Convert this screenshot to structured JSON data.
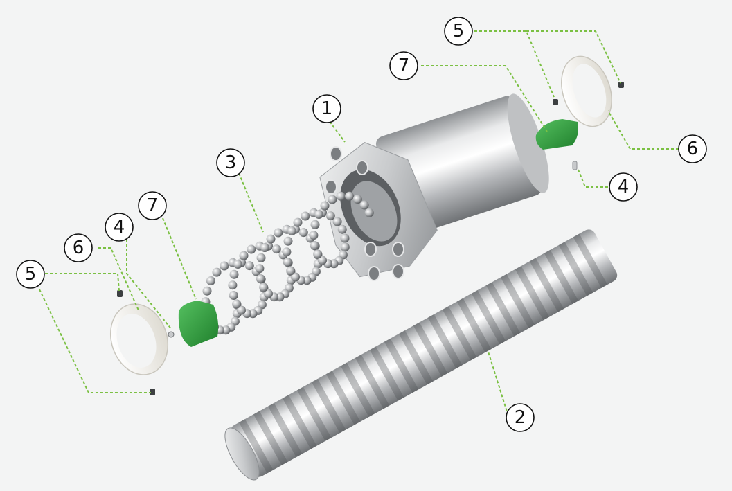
{
  "diagram": {
    "callouts": {
      "c1": "1",
      "c2": "2",
      "c3": "3",
      "c4_left": "4",
      "c4_right": "4",
      "c5_left": "5",
      "c5_right": "5",
      "c6_left": "6",
      "c6_right": "6",
      "c7_left": "7",
      "c7_right": "7"
    }
  },
  "colors": {
    "background": "#f3f4f4",
    "leader_line": "#7bc043",
    "wiper_green": "#2e9e3e",
    "steel": "#c8cacc",
    "seal_ring": "#f4f2ec"
  },
  "icons": {
    "flange_nut": "flange-nut-icon",
    "screw_shaft": "screw-shaft-icon",
    "balls": "steel-balls-icon",
    "seal_ring": "seal-ring-icon",
    "wiper": "wiper-icon",
    "set_screw": "set-screw-icon",
    "pin": "pin-icon"
  }
}
